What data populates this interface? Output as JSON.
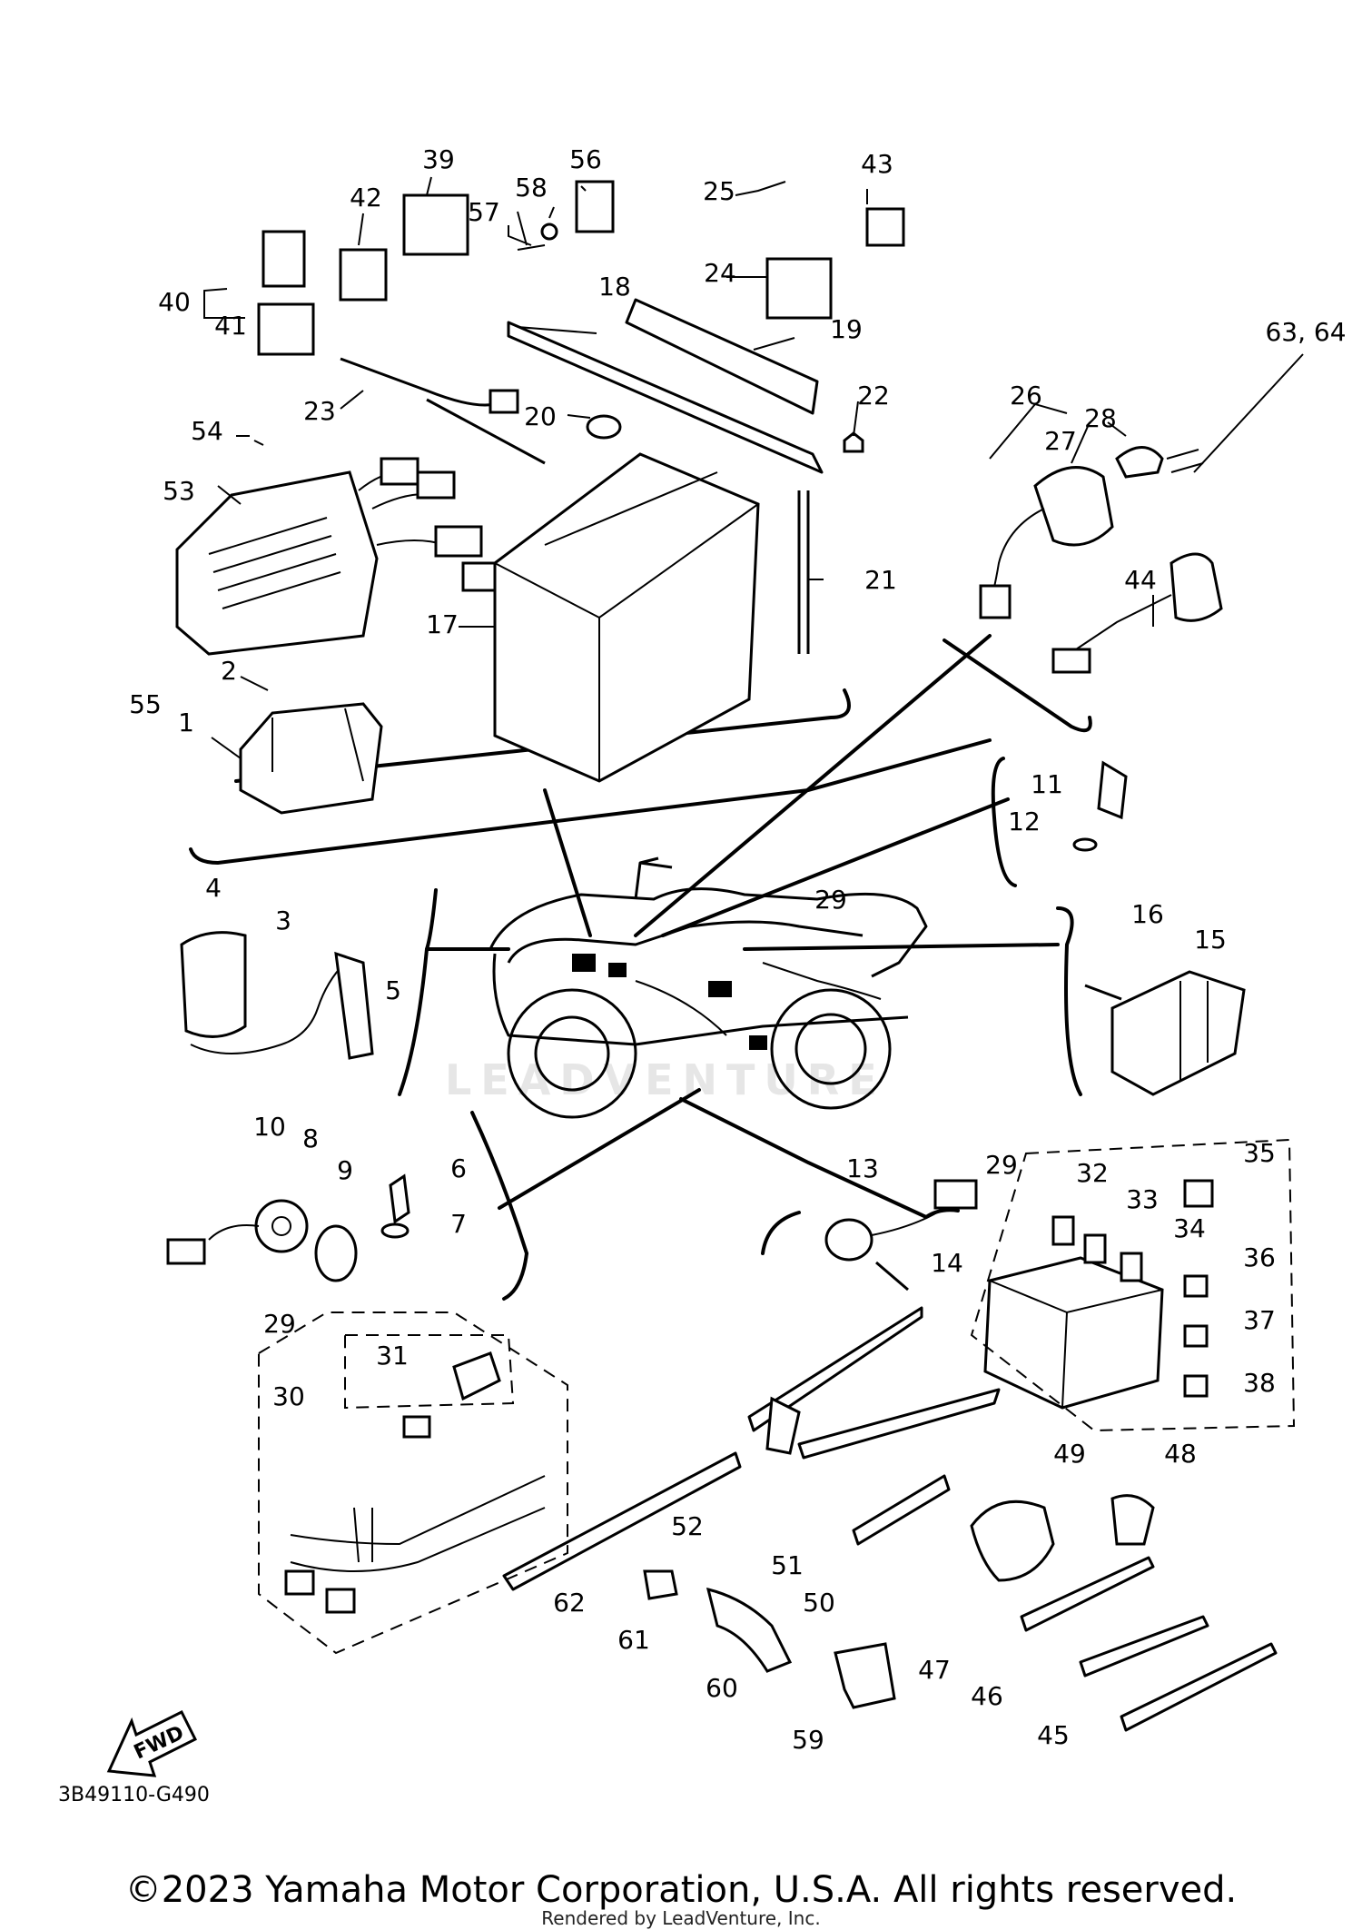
{
  "diagram": {
    "code": "3B49110-G490",
    "fwd_label": "FWD",
    "copyright": "©2023 Yamaha Motor Corporation, U.S.A. All rights reserved.",
    "rendered_by": "Rendered by LeadVenture, Inc.",
    "watermark": "LEADVENTURE"
  },
  "callouts": [
    {
      "id": "1",
      "label": "1"
    },
    {
      "id": "2",
      "label": "2"
    },
    {
      "id": "3",
      "label": "3"
    },
    {
      "id": "4",
      "label": "4"
    },
    {
      "id": "5",
      "label": "5"
    },
    {
      "id": "6",
      "label": "6"
    },
    {
      "id": "7",
      "label": "7"
    },
    {
      "id": "8",
      "label": "8"
    },
    {
      "id": "9",
      "label": "9"
    },
    {
      "id": "10",
      "label": "10"
    },
    {
      "id": "11",
      "label": "11"
    },
    {
      "id": "12",
      "label": "12"
    },
    {
      "id": "13",
      "label": "13"
    },
    {
      "id": "14",
      "label": "14"
    },
    {
      "id": "15",
      "label": "15"
    },
    {
      "id": "16",
      "label": "16"
    },
    {
      "id": "17",
      "label": "17"
    },
    {
      "id": "18",
      "label": "18"
    },
    {
      "id": "19",
      "label": "19"
    },
    {
      "id": "20",
      "label": "20"
    },
    {
      "id": "21",
      "label": "21"
    },
    {
      "id": "22",
      "label": "22"
    },
    {
      "id": "23",
      "label": "23"
    },
    {
      "id": "24",
      "label": "24"
    },
    {
      "id": "25",
      "label": "25"
    },
    {
      "id": "26",
      "label": "26"
    },
    {
      "id": "27",
      "label": "27"
    },
    {
      "id": "28",
      "label": "28"
    },
    {
      "id": "29a",
      "label": "29"
    },
    {
      "id": "29b",
      "label": "29"
    },
    {
      "id": "29c",
      "label": "29"
    },
    {
      "id": "30",
      "label": "30"
    },
    {
      "id": "31",
      "label": "31"
    },
    {
      "id": "32",
      "label": "32"
    },
    {
      "id": "33",
      "label": "33"
    },
    {
      "id": "34",
      "label": "34"
    },
    {
      "id": "35",
      "label": "35"
    },
    {
      "id": "36",
      "label": "36"
    },
    {
      "id": "37",
      "label": "37"
    },
    {
      "id": "38",
      "label": "38"
    },
    {
      "id": "39",
      "label": "39"
    },
    {
      "id": "40",
      "label": "40"
    },
    {
      "id": "41",
      "label": "41"
    },
    {
      "id": "42",
      "label": "42"
    },
    {
      "id": "43",
      "label": "43"
    },
    {
      "id": "44",
      "label": "44"
    },
    {
      "id": "45",
      "label": "45"
    },
    {
      "id": "46",
      "label": "46"
    },
    {
      "id": "47",
      "label": "47"
    },
    {
      "id": "48",
      "label": "48"
    },
    {
      "id": "49",
      "label": "49"
    },
    {
      "id": "50",
      "label": "50"
    },
    {
      "id": "51",
      "label": "51"
    },
    {
      "id": "52",
      "label": "52"
    },
    {
      "id": "53",
      "label": "53"
    },
    {
      "id": "54",
      "label": "54"
    },
    {
      "id": "55",
      "label": "55"
    },
    {
      "id": "56",
      "label": "56"
    },
    {
      "id": "57",
      "label": "57"
    },
    {
      "id": "58",
      "label": "58"
    },
    {
      "id": "59",
      "label": "59"
    },
    {
      "id": "60",
      "label": "60"
    },
    {
      "id": "61",
      "label": "61"
    },
    {
      "id": "62",
      "label": "62"
    },
    {
      "id": "63_64",
      "label": "63, 64"
    }
  ]
}
